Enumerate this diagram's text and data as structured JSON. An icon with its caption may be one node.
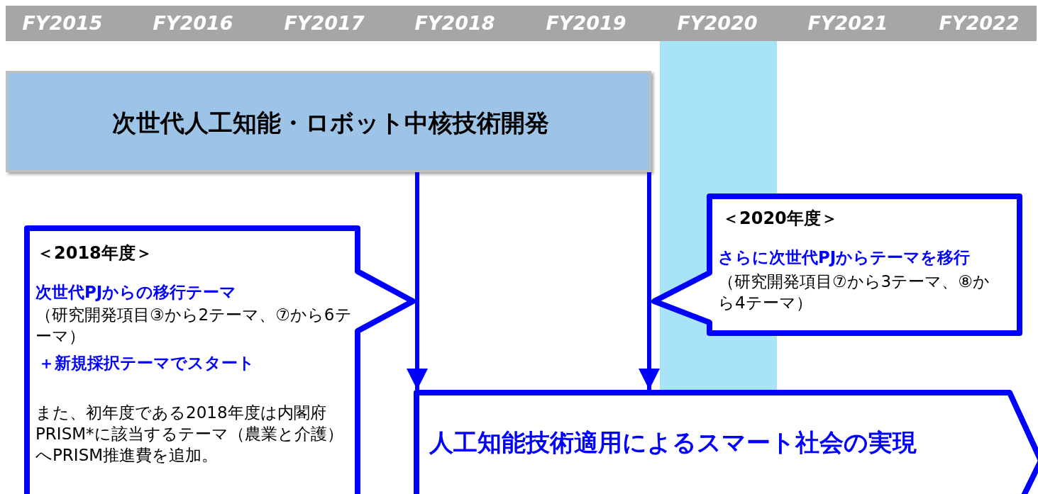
{
  "diagram": {
    "nodes": [
      {
        "text": [
          "次世代人工知能・ロボット中核技術開発"
        ]
      },
      {
        "text": [
          "＜2018年度＞",
          "次世代PJからの移行テーマ",
          "（研究開発項目③から2テーマ、⑦から6テーマ）",
          "＋新規採択テーマでスタート",
          "また、初年度である2018年度は内閣府PRISM*に該当するテーマ（農業と介護）へPRISM推進費を追加。"
        ]
      },
      {
        "text": [
          "＜2020年度＞",
          "さらに次世代PJからテーマを移行",
          "（研究開発項目⑦から3テーマ、⑧から4テーマ）"
        ]
      },
      {
        "text": [
          "人工知能技術適用によるスマート社会の実現"
        ]
      }
    ],
    "edges": [
      {
        "from": 0,
        "to": 3,
        "arrow": "to"
      },
      {
        "from": 0,
        "to": 3,
        "arrow": "to"
      }
    ],
    "labels": [
      "FY2015",
      "FY2016",
      "FY2017",
      "FY2018",
      "FY2019",
      "FY2020",
      "FY2021",
      "FY2022"
    ]
  }
}
